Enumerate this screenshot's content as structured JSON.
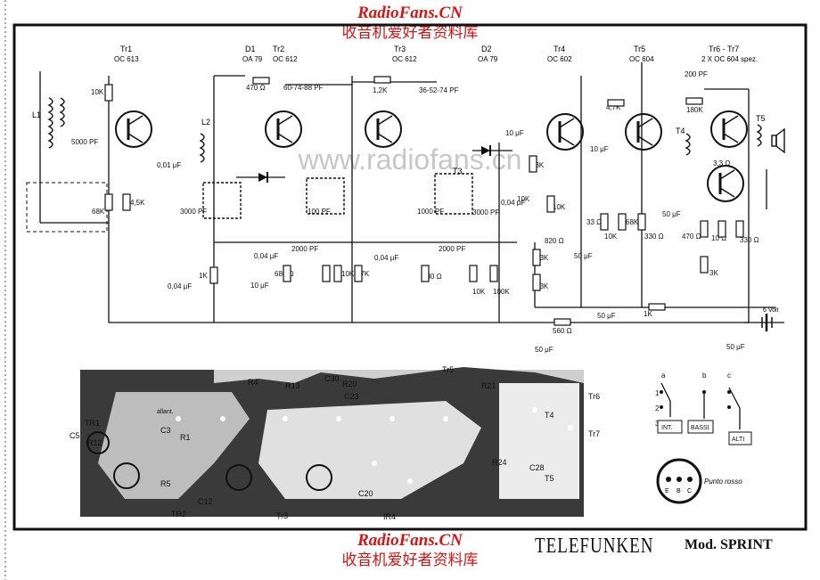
{
  "watermark": {
    "site": "RadioFans.CN",
    "chinese": "收音机爱好者资料库",
    "center_url": "www.radiofans.cn"
  },
  "title": {
    "brand": "TELEFUNKEN",
    "model": "Mod. SPRINT"
  },
  "transistors": [
    {
      "ref": "Tr1",
      "type": "OC 613"
    },
    {
      "ref": "Tr2",
      "type": "OC 612"
    },
    {
      "ref": "Tr3",
      "type": "OC 612"
    },
    {
      "ref": "Tr4",
      "type": "OC 602"
    },
    {
      "ref": "Tr5",
      "type": "OC 604"
    },
    {
      "ref": "Tr6 - Tr7",
      "type": "2 X OC 604 spez."
    }
  ],
  "diodes": [
    {
      "ref": "D1",
      "type": "OA 79"
    },
    {
      "ref": "D2",
      "type": "OA 79"
    }
  ],
  "components": {
    "r1": "10K",
    "c1": "5000 PF",
    "r2": "68K",
    "r3": "4,5K",
    "c2": "0,01 μF",
    "c3": "3000 PF",
    "r4": "1K",
    "c4": "0,04 μF",
    "r5": "470 Ω",
    "c5": "60-74-88 PF",
    "c6": "100 PF",
    "c7": "0,04 μF",
    "c8": "10 μF",
    "c9": "2000 PF",
    "r6": "680 Ω",
    "r7": "10K",
    "r8": "1,2K",
    "c10": "36-52-74 PF",
    "c11": "1000 PF",
    "r9": "47K",
    "c12": "0,04 μF",
    "c13": "2000 PF",
    "r10": "680 Ω",
    "c14": "3000 PF",
    "r11": "10K",
    "r12": "100K",
    "c15": "10 μF",
    "r13": "33K",
    "r14": "10K",
    "c16": "0,04 μF",
    "r15": "10K",
    "r16": "820 Ω",
    "r17": "33K",
    "c17": "50 μF",
    "r18": "33K",
    "r19": "4,7K",
    "c18": "10 μF",
    "r20": "33 Ω",
    "r21": "10K",
    "r22": "68K",
    "r23": "330 Ω",
    "c19": "50 μF",
    "c20": "200 PF",
    "r24": "180K",
    "r25": "3,3 Ω",
    "r26": "470 Ω",
    "r27": "10 Ω",
    "r28": "330 Ω",
    "r29": "3K",
    "c21": "50 μF",
    "r30": "1K",
    "r31": "560 Ω",
    "c22": "50 μF",
    "c23": "50 μF",
    "battery": "6 Volt",
    "l1": "L1",
    "l2": "L2",
    "t3": "T3",
    "t4": "T4",
    "t5": "T5"
  },
  "pcb": {
    "labels": [
      "TR1",
      "TR2",
      "Tr3",
      "IR4",
      "Tr5",
      "T4",
      "T5",
      "Tr6",
      "Tr7",
      "C5",
      "R12",
      "R4",
      "R13",
      "C30",
      "R20",
      "C23",
      "R21",
      "R24",
      "C28",
      "C12",
      "C20",
      "R1",
      "R5",
      "C3",
      "allant."
    ],
    "orient_label": "Punto rosso",
    "pins": [
      "E",
      "B",
      "C"
    ]
  },
  "switch_legend": {
    "cols": [
      "a",
      "b",
      "c"
    ],
    "labels": [
      "INT.",
      "BASSI",
      "ALTI"
    ],
    "rows": [
      "1",
      "2",
      "3"
    ]
  },
  "colors": {
    "ink": "#111111",
    "watermark": "#d61414",
    "pcb_dark": "#3a3a3a",
    "pcb_light": "#cfcfcf"
  }
}
